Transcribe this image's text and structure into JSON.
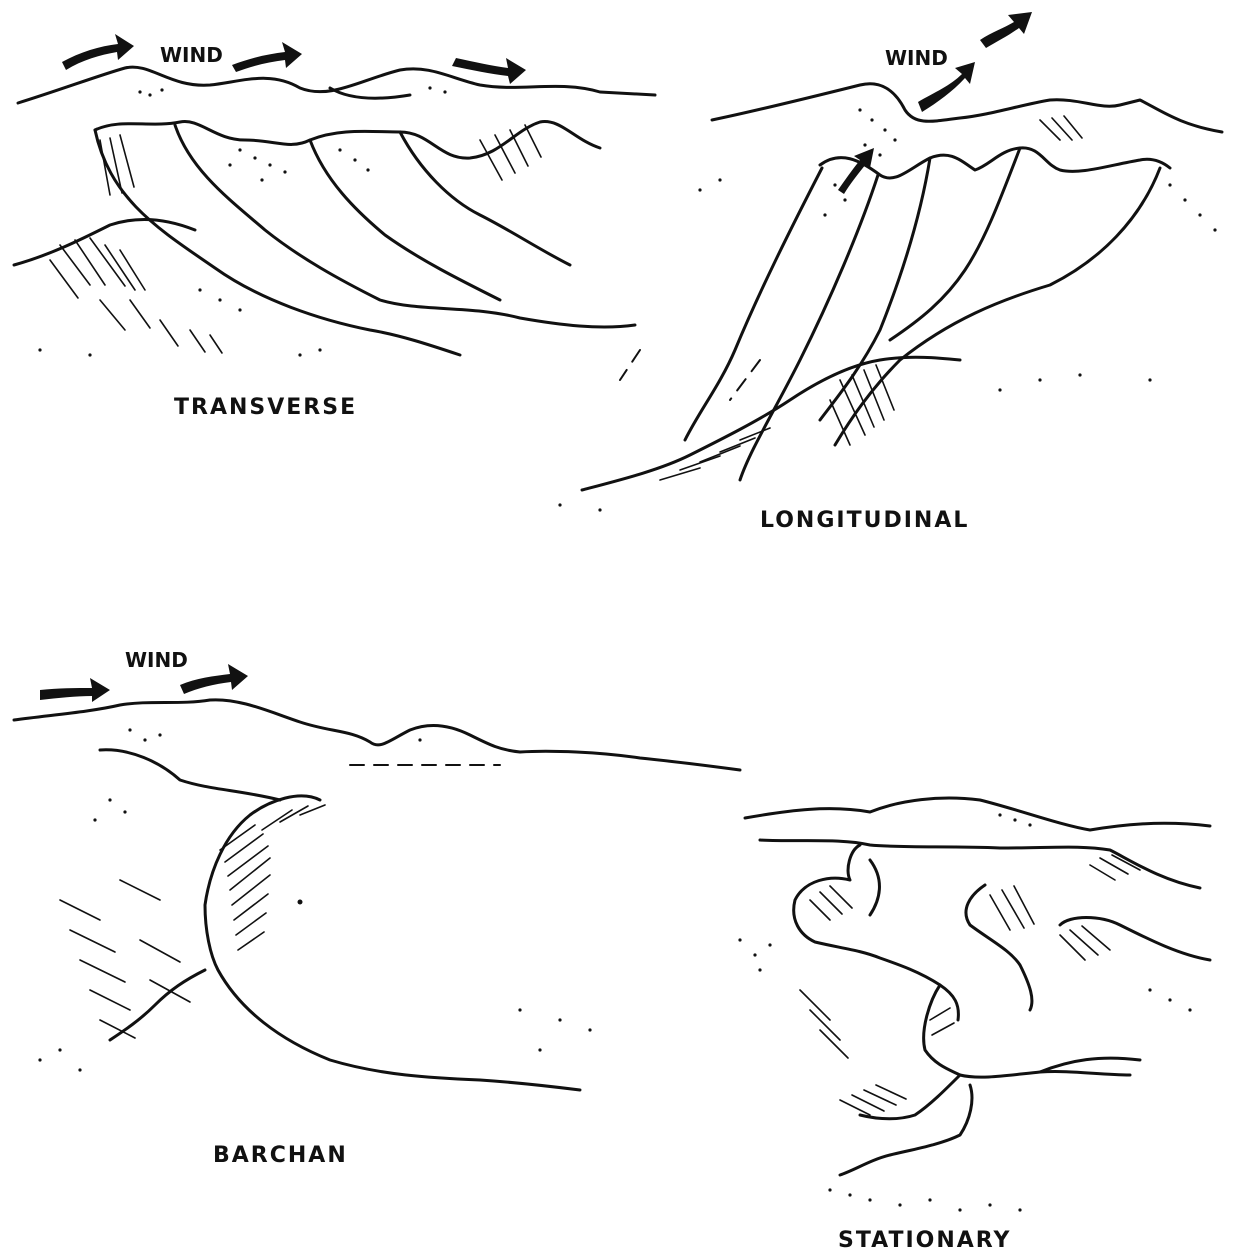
{
  "panels": {
    "transverse": {
      "label": "TRANSVERSE",
      "wind": "WIND"
    },
    "longitudinal": {
      "label": "LONGITUDINAL",
      "wind": "WIND"
    },
    "barchan": {
      "label": "BARCHAN",
      "wind": "WIND"
    },
    "stationary": {
      "label": "STATIONARY"
    }
  },
  "colors": {
    "ink": "#111111",
    "paper": "#ffffff"
  }
}
